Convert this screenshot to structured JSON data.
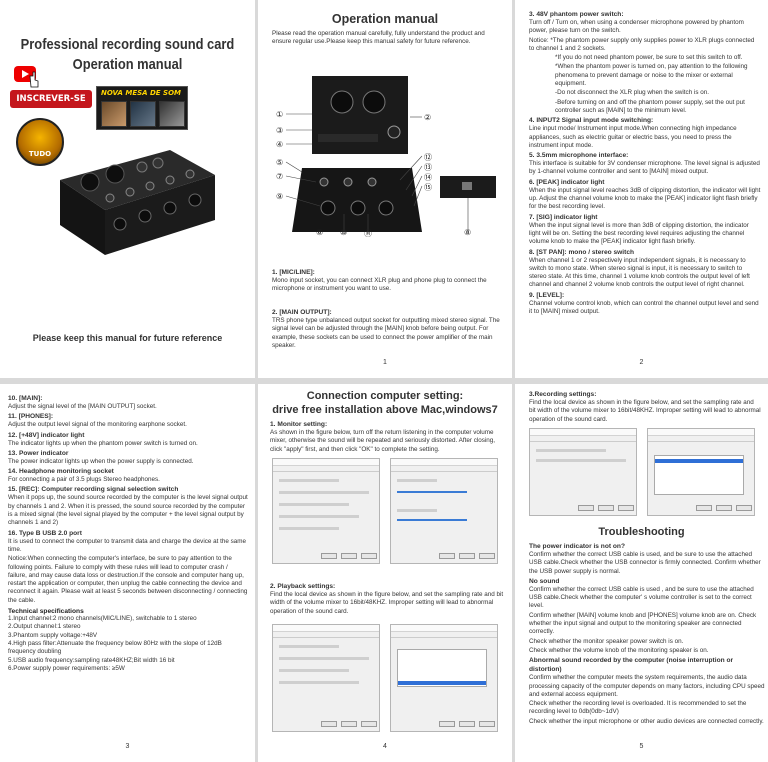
{
  "cover": {
    "title_line1": "Professional recording sound card",
    "title_line2": "Operation manual",
    "subscribe_badge": "INSCREVER-SE",
    "promo_text": "NOVA MESA DE SOM",
    "logo_text": "TUDO",
    "footer": "Please keep this manual for future reference"
  },
  "page1": {
    "title": "Operation manual",
    "intro": "Please read the operation manual carefully, fully understand the product and ensure regular use.Please keep this manual safety for future reference.",
    "callouts": [
      "①",
      "②",
      "③",
      "④",
      "⑤",
      "⑥",
      "⑦",
      "⑧",
      "⑨",
      "⑩",
      "⑪",
      "⑫",
      "⑬",
      "⑭",
      "⑮"
    ],
    "sections": [
      {
        "head": "1. [MIC/LINE]:",
        "body": "Mono input socket, you can connect XLR plug and phone plug to connect the microphone or instrument you want to use."
      },
      {
        "head": "2. [MAIN OUTPUT]:",
        "body": "TRS phone type unbalanced output socket for outputting mixed stereo signal. The signal level can be adjusted through the [MAIN] knob before being output. For example, these sockets can be used to connect the power amplifier of the main speaker."
      }
    ],
    "page_number": "1"
  },
  "page2": {
    "items": [
      {
        "head": "3. 48V phantom power switch:",
        "body": "Turn off / Turn on, when using a condenser microphone powered by phantom power, please turn on the switch."
      },
      {
        "head": "",
        "body": "Notice: *The phantom power supply only supplies power to XLR plugs connected to channel 1 and 2 sockets."
      },
      {
        "head": "",
        "body": "*If you do not need phantom power, be sure to set this switch to off."
      },
      {
        "head": "",
        "body": "*When the phantom power is turned on, pay attention to the following phenomena to prevent damage or noise to the mixer or external equipment."
      },
      {
        "head": "",
        "body": "-Do not disconnect the XLR plug when the switch is on."
      },
      {
        "head": "",
        "body": "-Before turning on and off the phantom power supply, set the out put controller such as [MAIN] to the minimum level."
      },
      {
        "head": "4. INPUT2 Signal input mode switching:",
        "body": "Line input mode/ Instrument input mode.When connecting high impedance appliances, such as electric guitar or electric bass, you need to press the instrument input mode."
      },
      {
        "head": "5. 3.5mm microphone interface:",
        "body": "This interface is suitable for 3V condenser microphone. The level signal is adjusted by 1-channel volume controller and sent to [MAIN] mixed output."
      },
      {
        "head": "6. [PEAK] indicator light",
        "body": "When the input signal level reaches 3dB of clipping distortion, the indicator will light up. Adjust the channel volume knob to make the [PEAK] indicator light flash briefly for the best recording level."
      },
      {
        "head": "7. [SIG] indicator light",
        "body": "When the input signal level is more than 3dB of clipping distortion, the indicator light will be on. Setting the best recording level requires adjusting the channel volume knob to make the [PEAK] indicator light flash briefly."
      },
      {
        "head": "8. [ST PAN]: mono / stereo switch",
        "body": "When channel 1 or 2 respectively input independent signals, it is necessary to switch to mono state. When stereo signal is input, it is necessary to switch to stereo state. At this time, channel 1 volume knob controls the output level of left channel and channel 2 volume knob controls the output level of right channel."
      },
      {
        "head": "9. [LEVEL]:",
        "body": "Channel volume control knob, which can control the channel output level and send it to [MAIN] mixed output."
      }
    ],
    "page_number": "2"
  },
  "page3": {
    "items": [
      {
        "head": "10. [MAIN]:",
        "body": "Adjust the signal level of the [MAIN OUTPUT] socket."
      },
      {
        "head": "11. [PHONES]:",
        "body": "Adjust the output level signal of the monitoring earphone socket."
      },
      {
        "head": "12. [+48V] indicator light",
        "body": "The indicator lights up when the phantom power switch is turned on."
      },
      {
        "head": "13. Power indicator",
        "body": "The power indicator lights up when the power supply is connected."
      },
      {
        "head": "14. Headphone monitoring socket",
        "body": "For connecting a pair of 3.5 plugs Stereo headphones."
      },
      {
        "head": "15. [REC]: Computer recording signal selection switch",
        "body": "When it pops up, the sound source recorded by the computer is the level signal output by channels 1 and 2. When it is pressed, the sound source recorded by the computer is a mixed signal (the level signal played by the computer + the level signal output by channels 1 and 2)"
      },
      {
        "head": "16. Type B USB 2.0 port",
        "body": "It is used to connect the computer to transmit data and charge the device at the same time."
      },
      {
        "head": "",
        "body": "Notice:When connecting the computer's interface, be sure to pay attention to the following points. Failure to comply with these rules will lead to computer crash / failure, and may cause data loss or destruction.If the console and computer hang up, restart the application or computer, then unplug the cable connecting the device and reconnect it again. Please wait at least 5 seconds between disconnecting / connecting the cable."
      }
    ],
    "specs_head": "Technical specifications",
    "specs": [
      "1.Input channel:2 mono channels(MIC/LINE), switchable to 1 stereo",
      "2.Output channel:1 stereo",
      "3.Phantom supply voltage:+48V",
      "4.High pass filter:Attenuate the frequency below 80Hz with the slope of 12dB frequency doubling",
      "5.USB audio frequency:sampling rate48KHZ;Bit width 16 bit",
      "6.Power supply power requirements: ≥5W"
    ],
    "page_number": "3"
  },
  "page4": {
    "title_line1": "Connection computer setting:",
    "title_line2": "drive free installation above Mac,windows7",
    "sections": [
      {
        "head": "1. Monitor setting:",
        "body": "As shown in the figure below, turn off the return listening in the computer volume mixer, otherwise the sound will be repeated and seriously distorted. After closing, click \"apply\" first, and then click \"OK\" to complete the setting."
      },
      {
        "head": "2. Playback settings:",
        "body": "Find the local device as shown in the figure below, and set the sampling rate and bit width of the volume mixer to 16bit/48KHZ. Improper setting will lead to abnormal operation of the sound card."
      }
    ],
    "page_number": "4"
  },
  "page5": {
    "recording_head": "3.Recording settings:",
    "recording_body": "Find the local device as shown in the figure below, and set the sampling rate and bit width of the volume mixer to 16bit/48KHZ. Improper setting will lead to abnormal operation of the sound card.",
    "trouble_title": "Troubleshooting",
    "trouble_items": [
      {
        "head": "The power indicator is not on?",
        "body": "Confirm whether the correct USB cable is used, and be sure to use the attached USB cable.Check whether the USB connector is firmly connected. Confirm whether the USB power supply is normal."
      },
      {
        "head": "No sound",
        "body": "Confirm whether the correct USB cable is used , and be sure to use the attached USB cable.Check whether the computer' s volume controller is set to the correct level."
      },
      {
        "head": "",
        "body": "Confirm whether [MAIN] volume knob and [PHONES] volume knob are on. Check whether the input signal and output to the monitoring speaker are connected correctly."
      },
      {
        "head": "",
        "body": "Check whether the monitor speaker power switch is on."
      },
      {
        "head": "",
        "body": "Check whether the volume knob of the monitoring speaker is on."
      },
      {
        "head": "Abnormal sound recorded by the computer (noise interruption or distortion)",
        "body": "Confirm whether the computer meets the system requirements, the audio data processing capacity of the computer depends on many factors, including CPU speed and external access equipment."
      },
      {
        "head": "",
        "body": "Check whether the recording level is overloaded. It is recommended to set the recording level to 0db(0db~1dV)"
      },
      {
        "head": "",
        "body": "Check whether the input microphone or other audio devices are connected correctly."
      }
    ],
    "page_number": "5"
  },
  "colors": {
    "background": "#d9d9d9",
    "page": "#ffffff",
    "subscribe_red": "#c4161c",
    "device": "#1b1b1b"
  }
}
